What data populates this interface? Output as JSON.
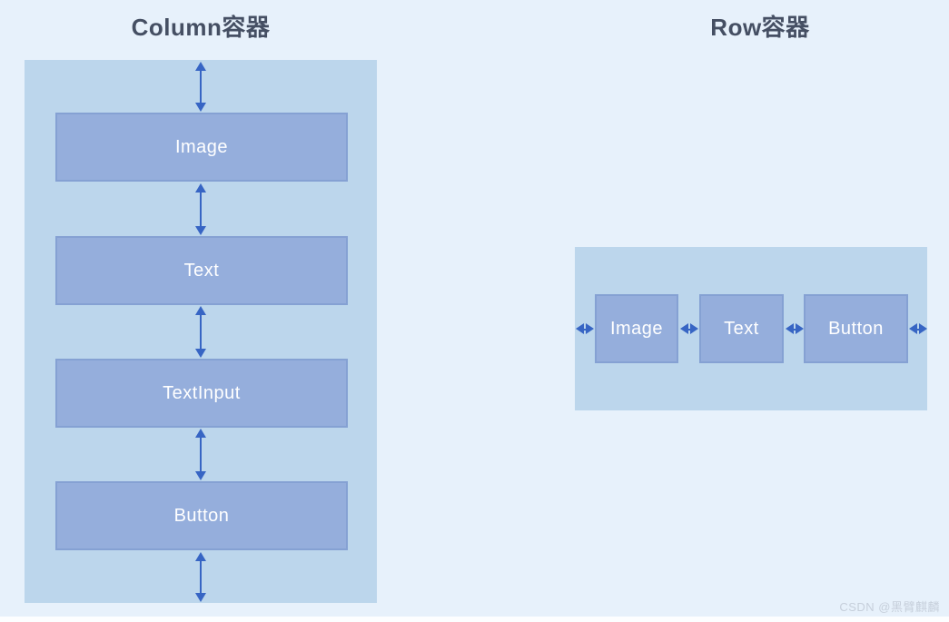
{
  "column_section": {
    "title": "Column容器",
    "items": [
      {
        "label": "Image"
      },
      {
        "label": "Text"
      },
      {
        "label": "TextInput"
      },
      {
        "label": "Button"
      }
    ]
  },
  "row_section": {
    "title": "Row容器",
    "items": [
      {
        "label": "Image"
      },
      {
        "label": "Text"
      },
      {
        "label": "Button"
      }
    ]
  },
  "watermark": "CSDN @黑臂麒麟",
  "icons": {
    "vertical_arrow": "vertical-double-arrow",
    "horizontal_arrow": "horizontal-double-arrow"
  },
  "colors": {
    "page_background": "#E7F1FB",
    "container_fill": "#BCD6EC",
    "box_fill": "#95AEDC",
    "box_border": "#85A1D3",
    "arrow": "#3765C4",
    "title_text": "#454F63",
    "box_text": "#FFFFFF",
    "watermark_text": "#C6CFDB"
  }
}
